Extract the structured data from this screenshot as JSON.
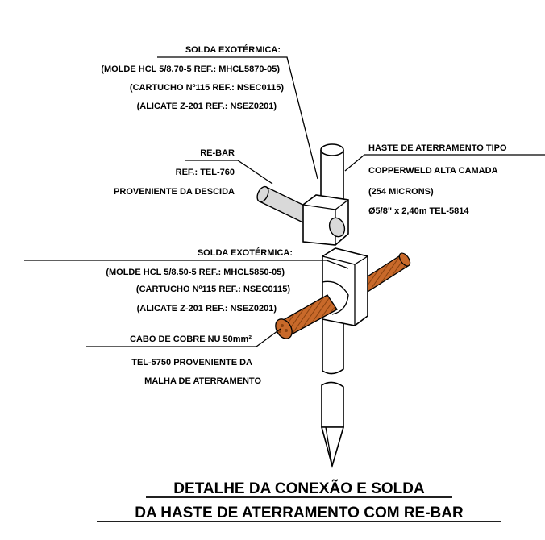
{
  "labels": {
    "weld_top": {
      "title": "SOLDA EXOTÉRMICA:",
      "line1": "(MOLDE HCL 5/8.70-5 REF.: MHCL5870-05)",
      "line2": "(CARTUCHO Nº115 REF.: NSEC0115)",
      "line3": "(ALICATE Z-201 REF.: NSEZ0201)"
    },
    "rebar": {
      "title": "RE-BAR",
      "line1": "REF.: TEL-760",
      "line2": "PROVENIENTE DA DESCIDA"
    },
    "rod": {
      "line1": "HASTE DE ATERRAMENTO TIPO",
      "line2": "COPPERWELD ALTA CAMADA",
      "line3": "(254 MICRONS)",
      "line4": "Ø5/8\" x 2,40m TEL-5814"
    },
    "weld_bottom": {
      "title": "SOLDA EXOTÉRMICA:",
      "line1": "(MOLDE HCL 5/8.50-5 REF.: MHCL5850-05)",
      "line2": "(CARTUCHO Nº115 REF.: NSEC0115)",
      "line3": "(ALICATE Z-201 REF.: NSEZ0201)"
    },
    "cable": {
      "title": "CABO DE COBRE NU 50mm²",
      "line1": "TEL-5750 PROVENIENTE DA",
      "line2": "MALHA DE ATERRAMENTO"
    }
  },
  "title": {
    "line1": "DETALHE DA CONEXÃO E SOLDA",
    "line2": "DA HASTE DE ATERRAMENTO COM RE-BAR"
  },
  "colors": {
    "copper": "#c8692a",
    "copper_dark": "#8a4210",
    "rebar_fill": "#d9d9d9"
  }
}
